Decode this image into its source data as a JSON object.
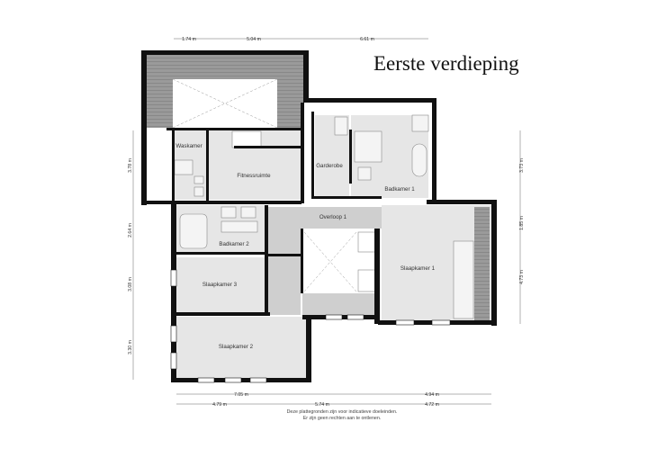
{
  "title": "Eerste verdieping",
  "rooms": {
    "waskamer": "Waskamer",
    "fitnessruimte": "Fitnessruimte",
    "garderobe": "Garderobe",
    "badkamer1": "Badkamer 1",
    "overloop1": "Overloop 1",
    "badkamer2": "Badkamer 2",
    "slaapkamer1": "Slaapkamer 1",
    "slaapkamer3": "Slaapkamer 3",
    "slaapkamer2": "Slaapkamer 2"
  },
  "dimensions": {
    "top": [
      "1.74 m",
      "5.04 m",
      "6.61 m"
    ],
    "left": [
      "3.78 m",
      "2.64 m",
      "3.08 m",
      "3.30 m"
    ],
    "right": [
      "3.73 m",
      "1.85 m",
      "4.73 m"
    ],
    "bottom_row1": [
      "7.05 m",
      "4.94 m"
    ],
    "bottom_row2": [
      "4.79 m",
      "5.74 m",
      "4.72 m"
    ]
  },
  "footer": {
    "line1": "Deze plattegronden zijn voor indicatieve doeleinden.",
    "line2": "Er zijn geen rechten aan te ontlenen."
  },
  "colors": {
    "wall": "#111111",
    "floor": "#e6e6e6",
    "corridor": "#cfcfcf",
    "roof": "#9a9a9a",
    "fixture": "#f4f4f4"
  }
}
